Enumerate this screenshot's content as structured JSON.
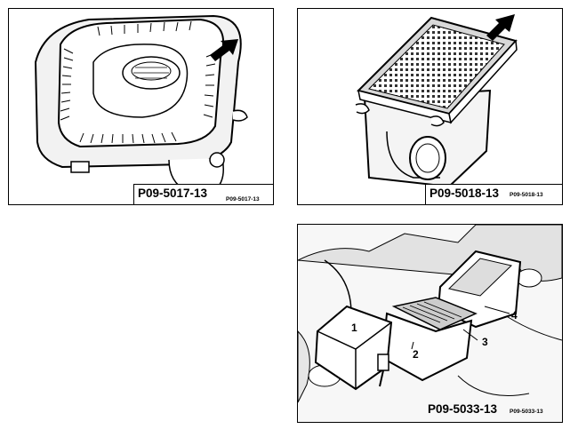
{
  "figures": [
    {
      "code": "P09-5017-13",
      "small_code": "P09-5017-13"
    },
    {
      "code": "P09-5018-13",
      "small_code": "P09-5018-13"
    },
    {
      "code": "P09-5033-13",
      "small_code": "P09-5033-13",
      "callouts": [
        "1",
        "2",
        "3",
        "4"
      ]
    }
  ]
}
